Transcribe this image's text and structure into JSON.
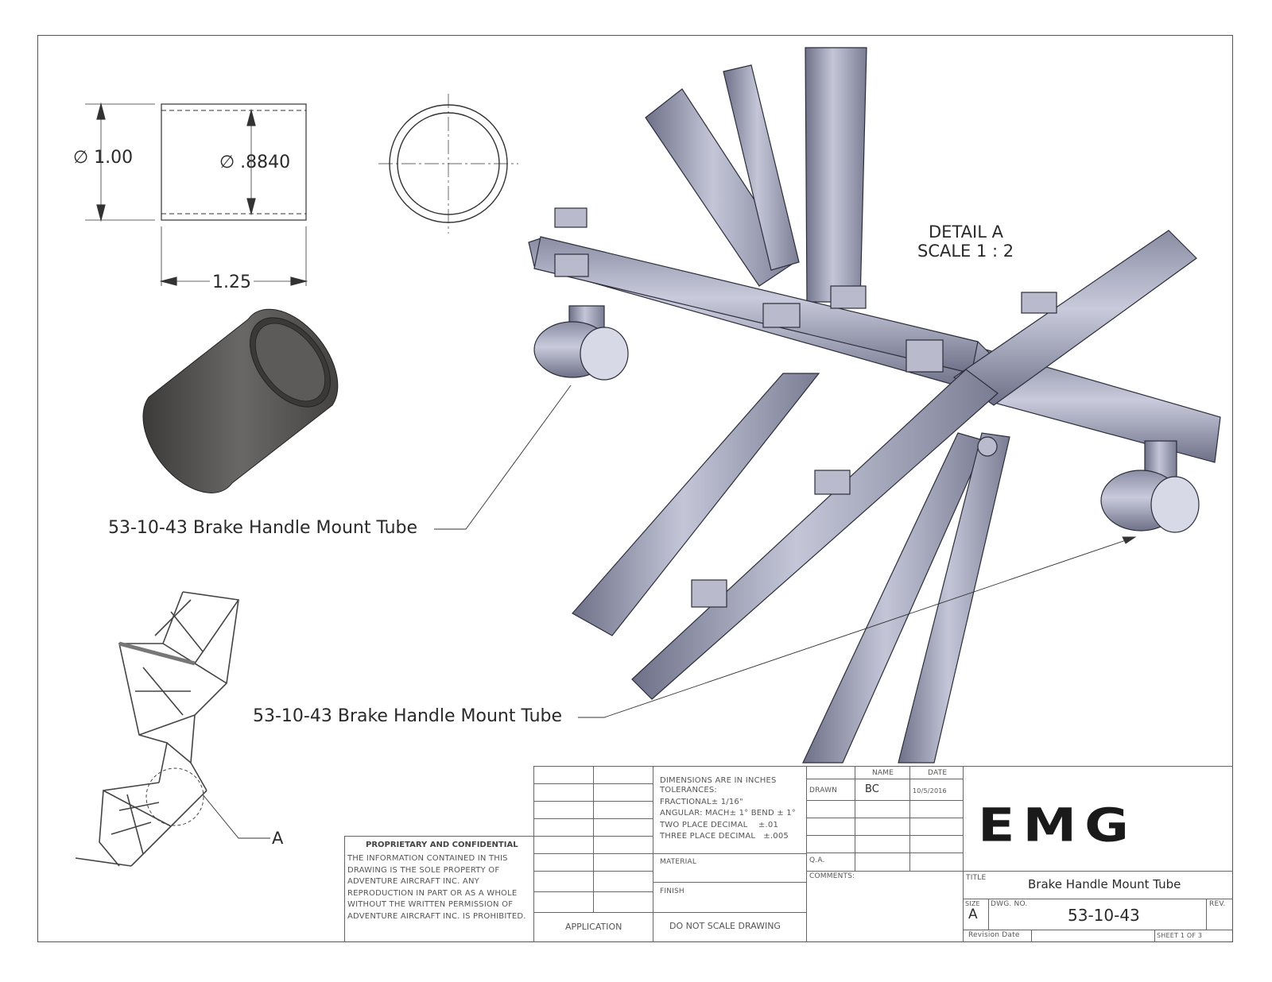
{
  "drawing": {
    "dim_outer_dia": "∅ 1.00",
    "dim_inner_dia": "∅ .8840",
    "dim_length": "1.25",
    "detail_title": "DETAIL A",
    "detail_scale": "SCALE 1 : 2",
    "callout_1": "53-10-43 Brake Handle Mount Tube",
    "callout_2": "53-10-43 Brake Handle Mount Tube",
    "detail_marker": "A"
  },
  "title_block": {
    "dims_note": "DIMENSIONS ARE IN INCHES",
    "tolerances": "TOLERANCES:",
    "fractional": "FRACTIONAL± 1/16\"",
    "angular": "ANGULAR: MACH± 1° BEND ± 1°",
    "two_place": "TWO PLACE DECIMAL    ±.01",
    "three_place": "THREE PLACE DECIMAL   ±.005",
    "material": "MATERIAL",
    "finish": "FINISH",
    "do_not_scale": "DO NOT SCALE DRAWING",
    "application": "APPLICATION",
    "name_header": "NAME",
    "date_header": "DATE",
    "drawn_label": "DRAWN",
    "drawn_name": "BC",
    "drawn_date": "10/5/2016",
    "qa_label": "Q.A.",
    "comments_label": "COMMENTS:",
    "logo": "EMG",
    "title_label": "TITLE",
    "title_value": "Brake Handle Mount Tube",
    "size_label": "SIZE",
    "size_value": "A",
    "dwg_no_label": "DWG. NO.",
    "dwg_no_value": "53-10-43",
    "rev_label": "REV.",
    "revision_date": "Revision Date",
    "sheet": "SHEET 1 OF 3",
    "proprietary_title": "PROPRIETARY AND CONFIDENTIAL",
    "proprietary_text": "THE INFORMATION CONTAINED IN THIS DRAWING IS THE SOLE PROPERTY OF ADVENTURE AIRCRAFT INC.  ANY REPRODUCTION IN PART OR AS A WHOLE WITHOUT THE WRITTEN PERMISSION OF ADVENTURE AIRCRAFT INC. IS PROHIBITED."
  },
  "colors": {
    "tube_fill": "#7d7f96",
    "tube_highlight": "#c4c6d8",
    "part_fill": "#555352",
    "line": "#333333"
  }
}
